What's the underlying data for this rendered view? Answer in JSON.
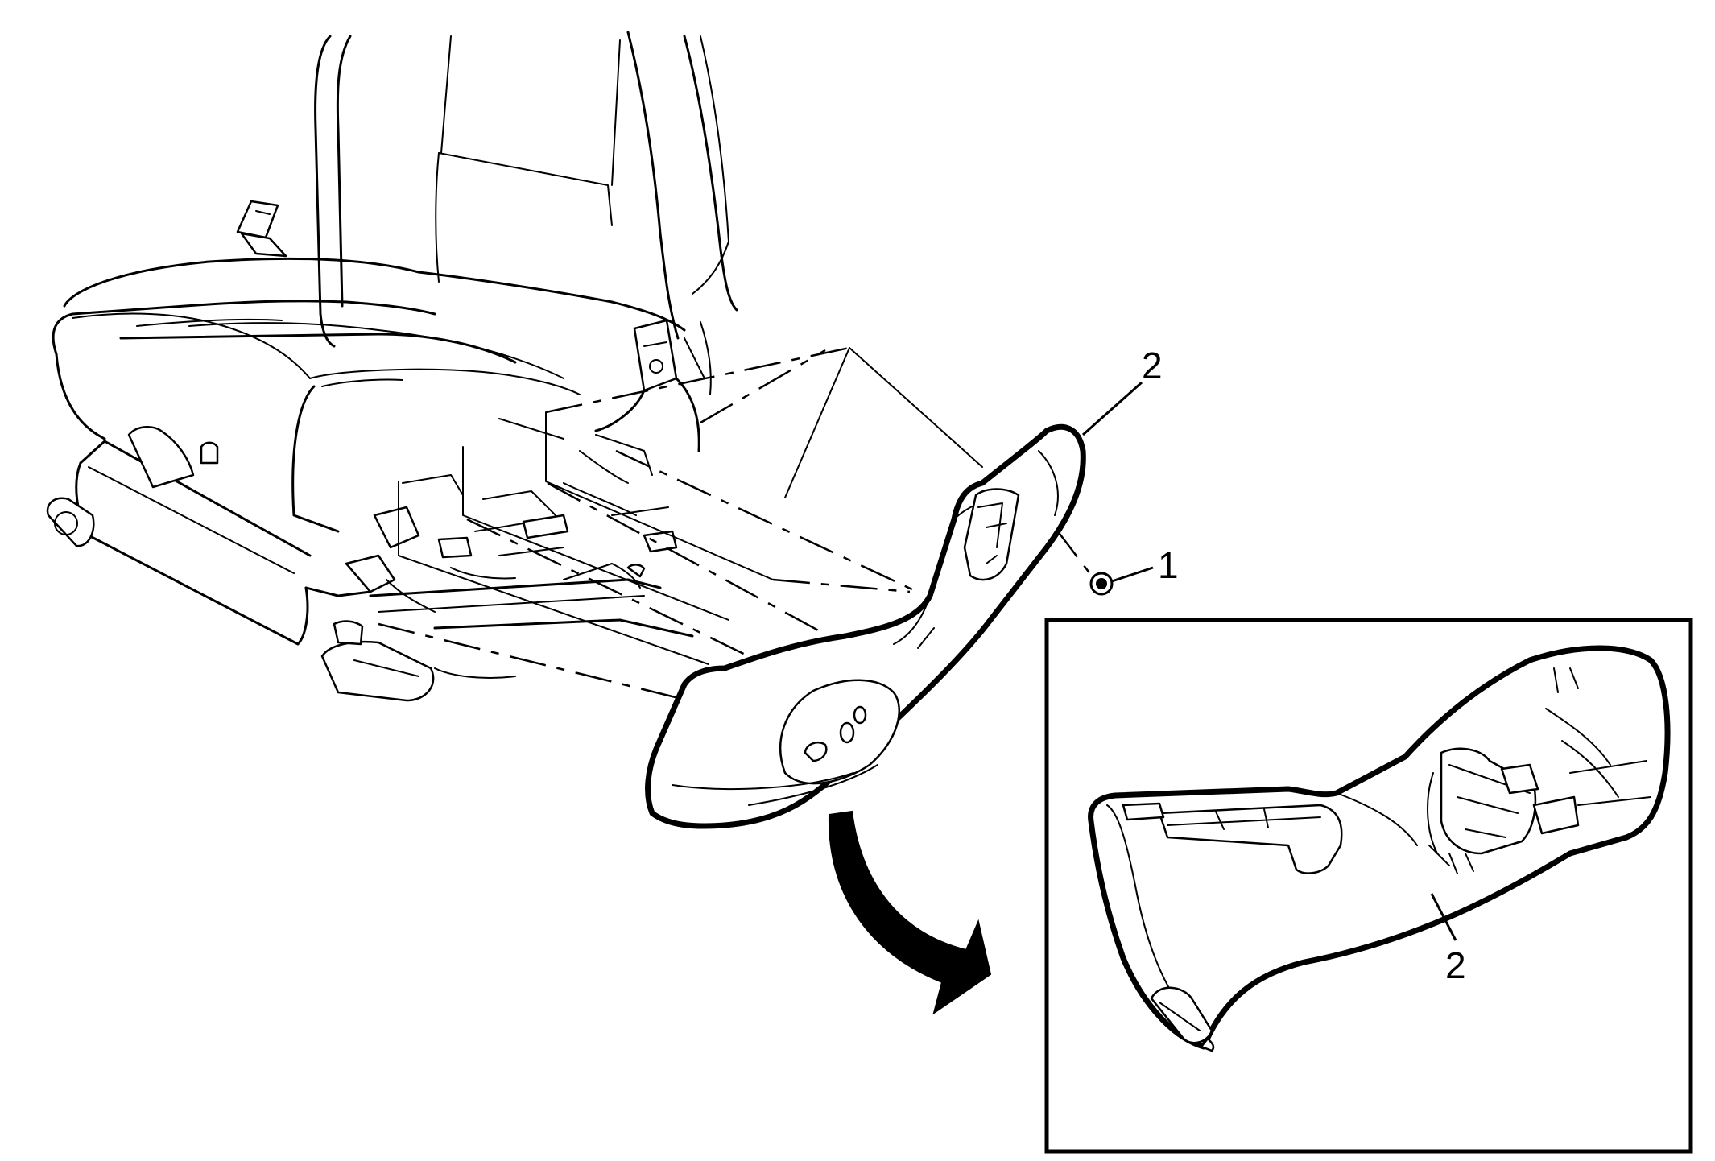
{
  "callouts": {
    "fastener": "1",
    "trim_panel": "2",
    "trim_panel_detail": "2"
  }
}
